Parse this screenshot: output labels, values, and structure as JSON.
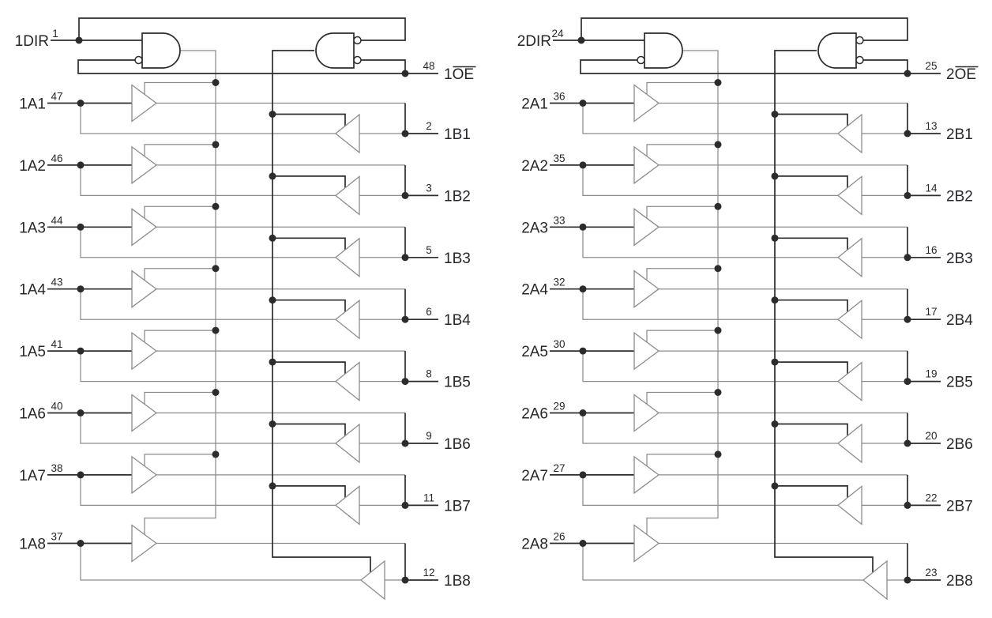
{
  "figure": {
    "kind": "logic-diagram",
    "background": "#ffffff"
  },
  "style": {
    "ink": "#2b2c2e",
    "light_ink": "#8a8c8e",
    "text": "#26272b"
  },
  "channels": [
    {
      "name": "channel-1",
      "dir": {
        "label": "1DIR",
        "pin": "1"
      },
      "oe": {
        "prefix": "1",
        "base": "OE",
        "pin": "48"
      },
      "bits": [
        {
          "a_label": "1A1",
          "a_pin": "47",
          "b_label": "1B1",
          "b_pin": "2"
        },
        {
          "a_label": "1A2",
          "a_pin": "46",
          "b_label": "1B2",
          "b_pin": "3"
        },
        {
          "a_label": "1A3",
          "a_pin": "44",
          "b_label": "1B3",
          "b_pin": "5"
        },
        {
          "a_label": "1A4",
          "a_pin": "43",
          "b_label": "1B4",
          "b_pin": "6"
        },
        {
          "a_label": "1A5",
          "a_pin": "41",
          "b_label": "1B5",
          "b_pin": "8"
        },
        {
          "a_label": "1A6",
          "a_pin": "40",
          "b_label": "1B6",
          "b_pin": "9"
        },
        {
          "a_label": "1A7",
          "a_pin": "38",
          "b_label": "1B7",
          "b_pin": "11"
        },
        {
          "a_label": "1A8",
          "a_pin": "37",
          "b_label": "1B8",
          "b_pin": "12"
        }
      ]
    },
    {
      "name": "channel-2",
      "dir": {
        "label": "2DIR",
        "pin": "24"
      },
      "oe": {
        "prefix": "2",
        "base": "OE",
        "pin": "25"
      },
      "bits": [
        {
          "a_label": "2A1",
          "a_pin": "36",
          "b_label": "2B1",
          "b_pin": "13"
        },
        {
          "a_label": "2A2",
          "a_pin": "35",
          "b_label": "2B2",
          "b_pin": "14"
        },
        {
          "a_label": "2A3",
          "a_pin": "33",
          "b_label": "2B3",
          "b_pin": "16"
        },
        {
          "a_label": "2A4",
          "a_pin": "32",
          "b_label": "2B4",
          "b_pin": "17"
        },
        {
          "a_label": "2A5",
          "a_pin": "30",
          "b_label": "2B5",
          "b_pin": "19"
        },
        {
          "a_label": "2A6",
          "a_pin": "29",
          "b_label": "2B6",
          "b_pin": "20"
        },
        {
          "a_label": "2A7",
          "a_pin": "27",
          "b_label": "2B7",
          "b_pin": "22"
        },
        {
          "a_label": "2A8",
          "a_pin": "26",
          "b_label": "2B8",
          "b_pin": "23"
        }
      ]
    }
  ]
}
